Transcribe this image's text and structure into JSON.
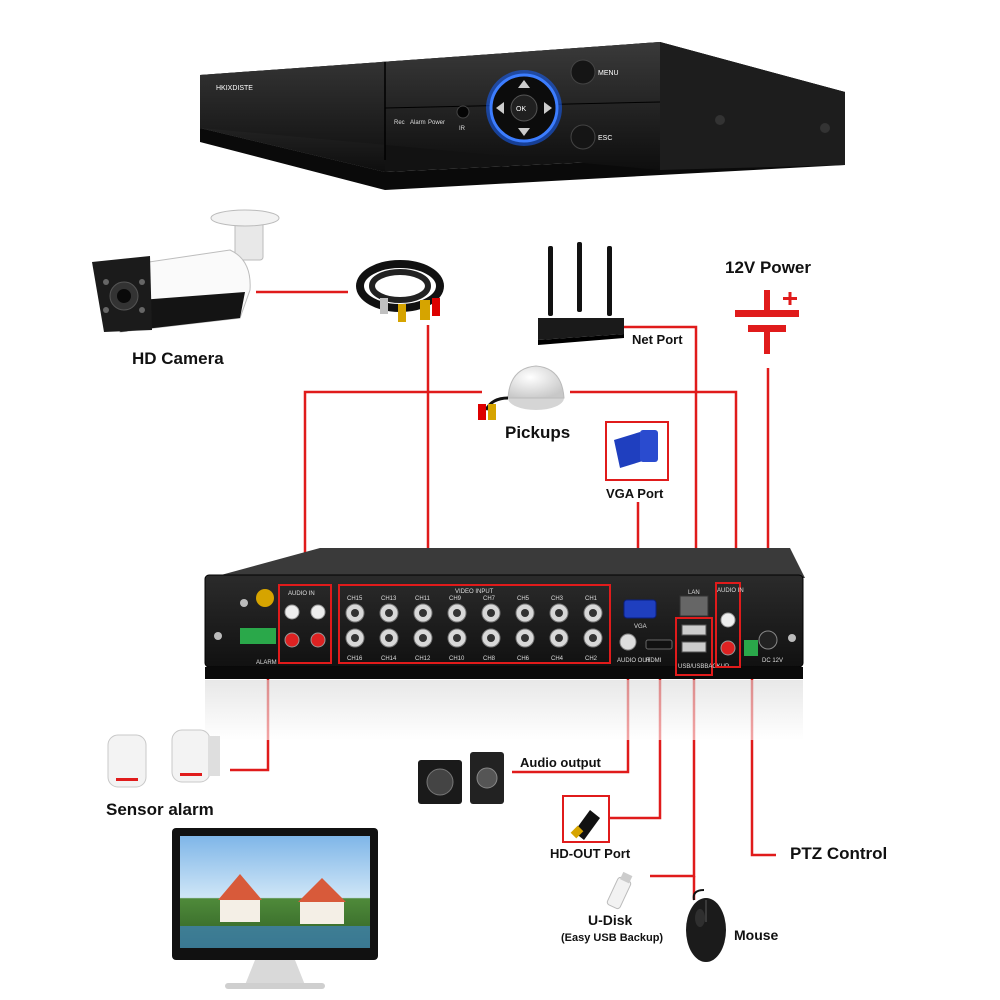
{
  "front_panel": {
    "brand": "HKIXDISTE",
    "led_rec": "Rec",
    "led_alarm": "Alarm",
    "led_power": "Power",
    "ir": "IR",
    "ok": "OK",
    "menu": "MENU",
    "esc": "ESC"
  },
  "rear_panel": {
    "audio_in_left": "AUDIO IN",
    "audio_in_right": "AUDIO IN",
    "video_input": "VIDEO INPUT",
    "alarm": "ALARM",
    "vga": "VGA",
    "lan": "LAN",
    "audio_out": "AUDIO OUT",
    "hdmi": "HDMI",
    "usb": "USB/USBBACKUP",
    "dc": "DC 12V",
    "ch_top": [
      "CH15",
      "CH13",
      "CH11",
      "CH9",
      "CH7",
      "CH5",
      "CH3",
      "CH1"
    ],
    "ch_bottom": [
      "CH16",
      "CH14",
      "CH12",
      "CH10",
      "CH8",
      "CH6",
      "CH4",
      "CH2"
    ]
  },
  "labels": {
    "hd_camera": "HD Camera",
    "power_12v": "12V Power",
    "net_port": "Net Port",
    "pickups": "Pickups",
    "vga_port": "VGA Port",
    "audio_output": "Audio output",
    "sensor_alarm": "Sensor alarm",
    "hd_out_port": "HD-OUT Port",
    "ptz_control": "PTZ Control",
    "u_disk": "U-Disk",
    "u_disk_note": "(Easy USB Backup)",
    "mouse": "Mouse"
  },
  "colors": {
    "connector_line": "#e01b1b",
    "dvr_body": "#1c1c1c",
    "led_ring": "#2d6cff"
  }
}
